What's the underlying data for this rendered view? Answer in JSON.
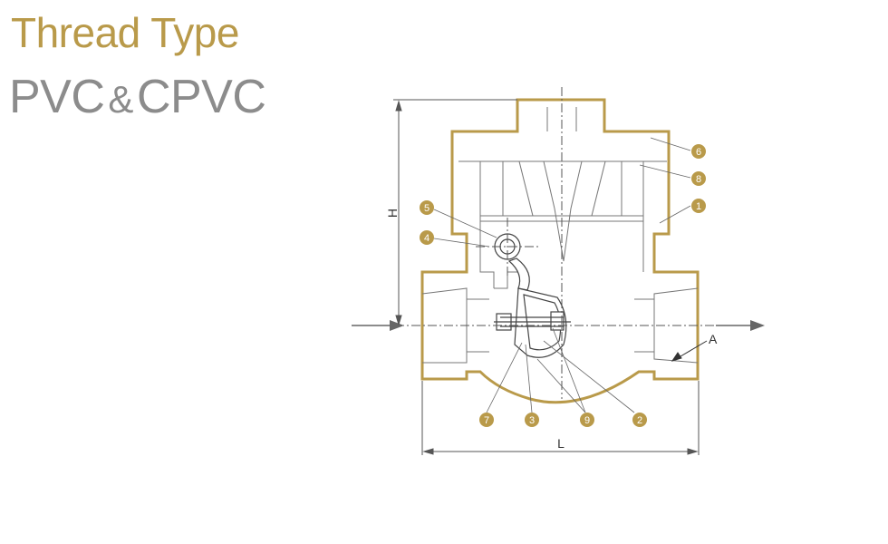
{
  "heading": {
    "line1": "Thread Type",
    "line2_part1": "PVC",
    "line2_amp": "&",
    "line2_part2": "CPVC"
  },
  "colors": {
    "accent": "#b99a4a",
    "grey_text": "#8c8c8c",
    "line": "#555555"
  },
  "dimensions": {
    "height_label": "H",
    "length_label": "L",
    "angle_label": "A"
  },
  "callouts": {
    "c1": "1",
    "c2": "2",
    "c3": "3",
    "c4": "4",
    "c5": "5",
    "c6": "6",
    "c7": "7",
    "c8": "8",
    "c9": "9"
  },
  "icons": {
    "flow_in": "arrow-right-icon",
    "flow_out": "arrow-right-icon"
  }
}
